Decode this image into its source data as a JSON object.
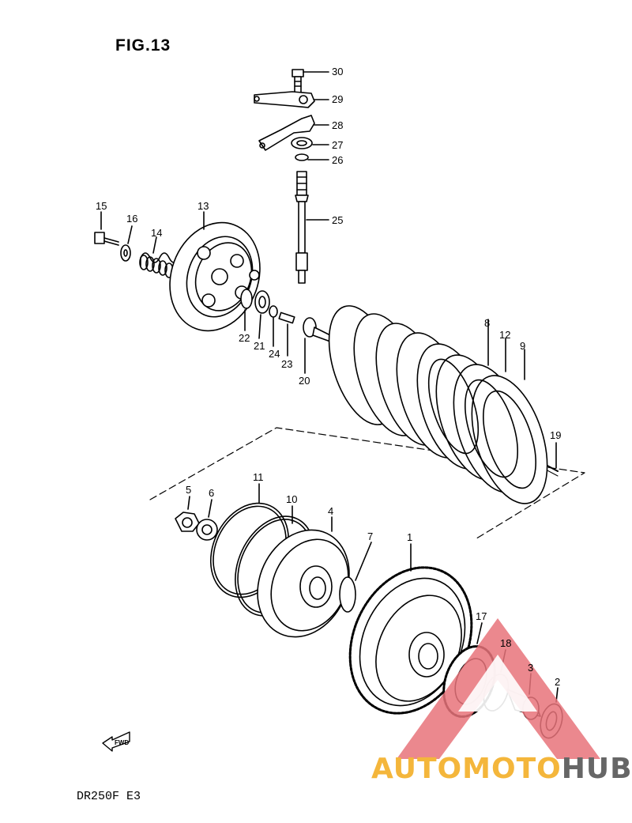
{
  "figure": {
    "title": "FIG.13",
    "model_code": "DR250F  E3"
  },
  "fwd_label": "FWD",
  "watermark": {
    "part1": "AUTOMOTO",
    "part2": "HUB",
    "color1": "#f4b63b",
    "color2": "#666666",
    "logo_color": "#e8737a"
  },
  "part_numbers": [
    "30",
    "29",
    "28",
    "27",
    "26",
    "25",
    "15",
    "16",
    "14",
    "13",
    "22",
    "21",
    "24",
    "23",
    "20",
    "8",
    "12",
    "9",
    "19",
    "5",
    "6",
    "11",
    "10",
    "4",
    "7",
    "1",
    "17",
    "18",
    "3",
    "2"
  ]
}
